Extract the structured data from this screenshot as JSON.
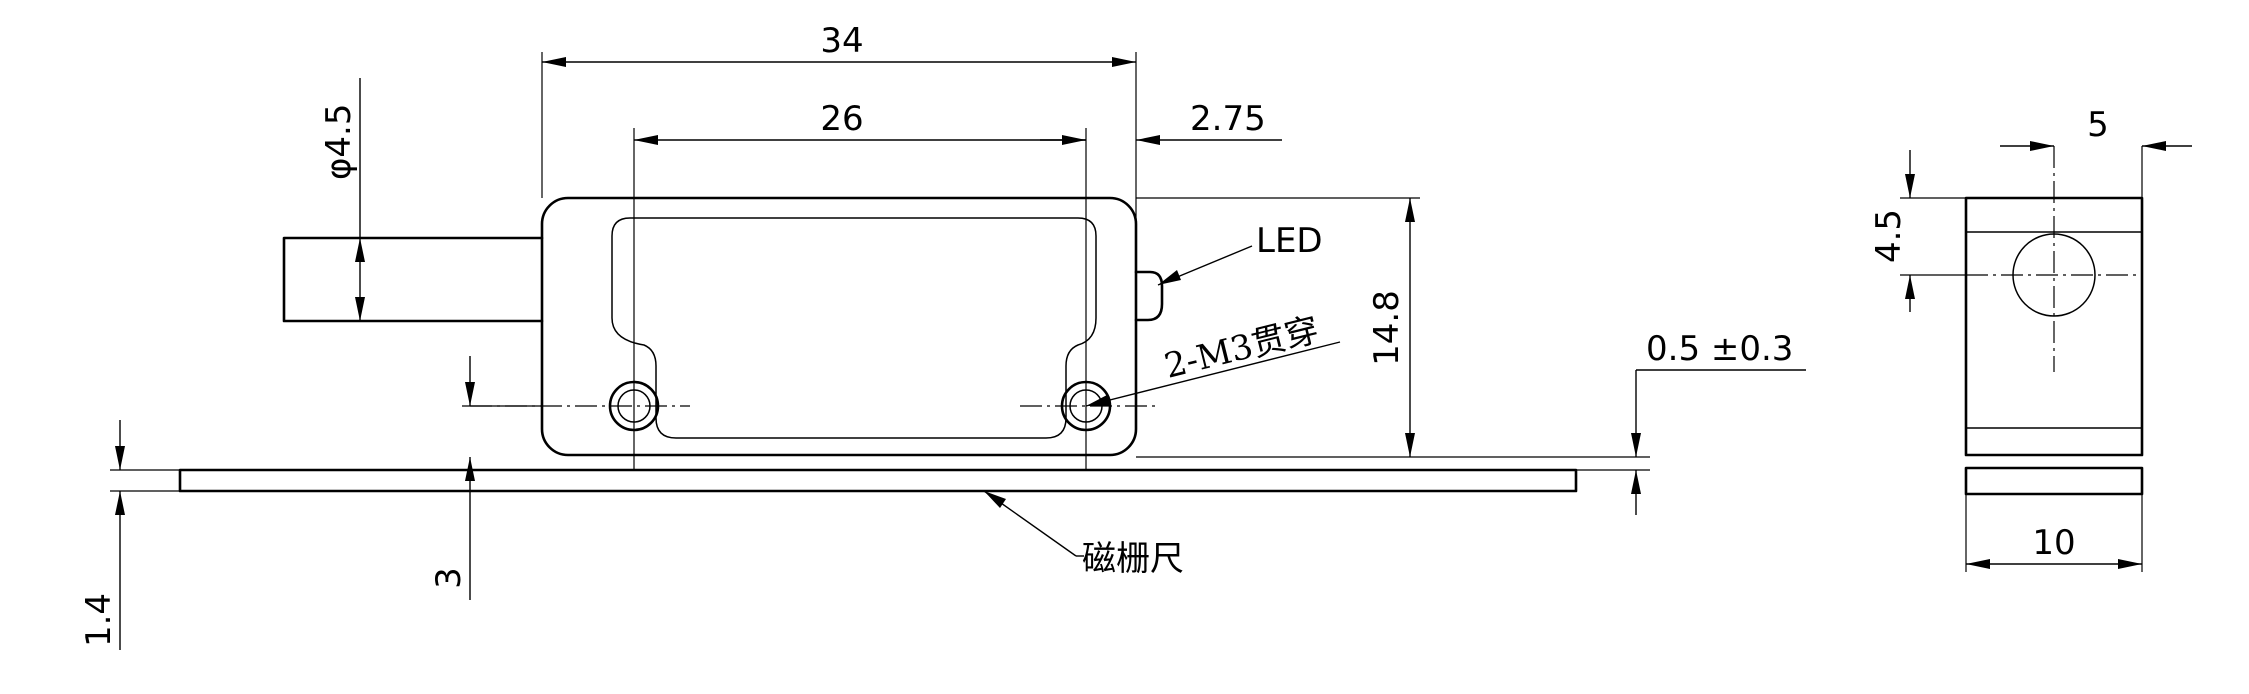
{
  "dimensions": {
    "total_width": "34",
    "hole_spacing": "26",
    "edge_offset": "2.75",
    "cable_diameter": "φ4.5",
    "height": "14.8",
    "air_gap": "0.5 ±0.3",
    "scale_thickness": "1.4",
    "hole_height": "3",
    "side_width": "5",
    "side_hole_height": "4.5",
    "side_total_width": "10"
  },
  "labels": {
    "led": "LED",
    "mount_holes": "2-M3贯穿",
    "magnetic_scale": "磁栅尺"
  }
}
